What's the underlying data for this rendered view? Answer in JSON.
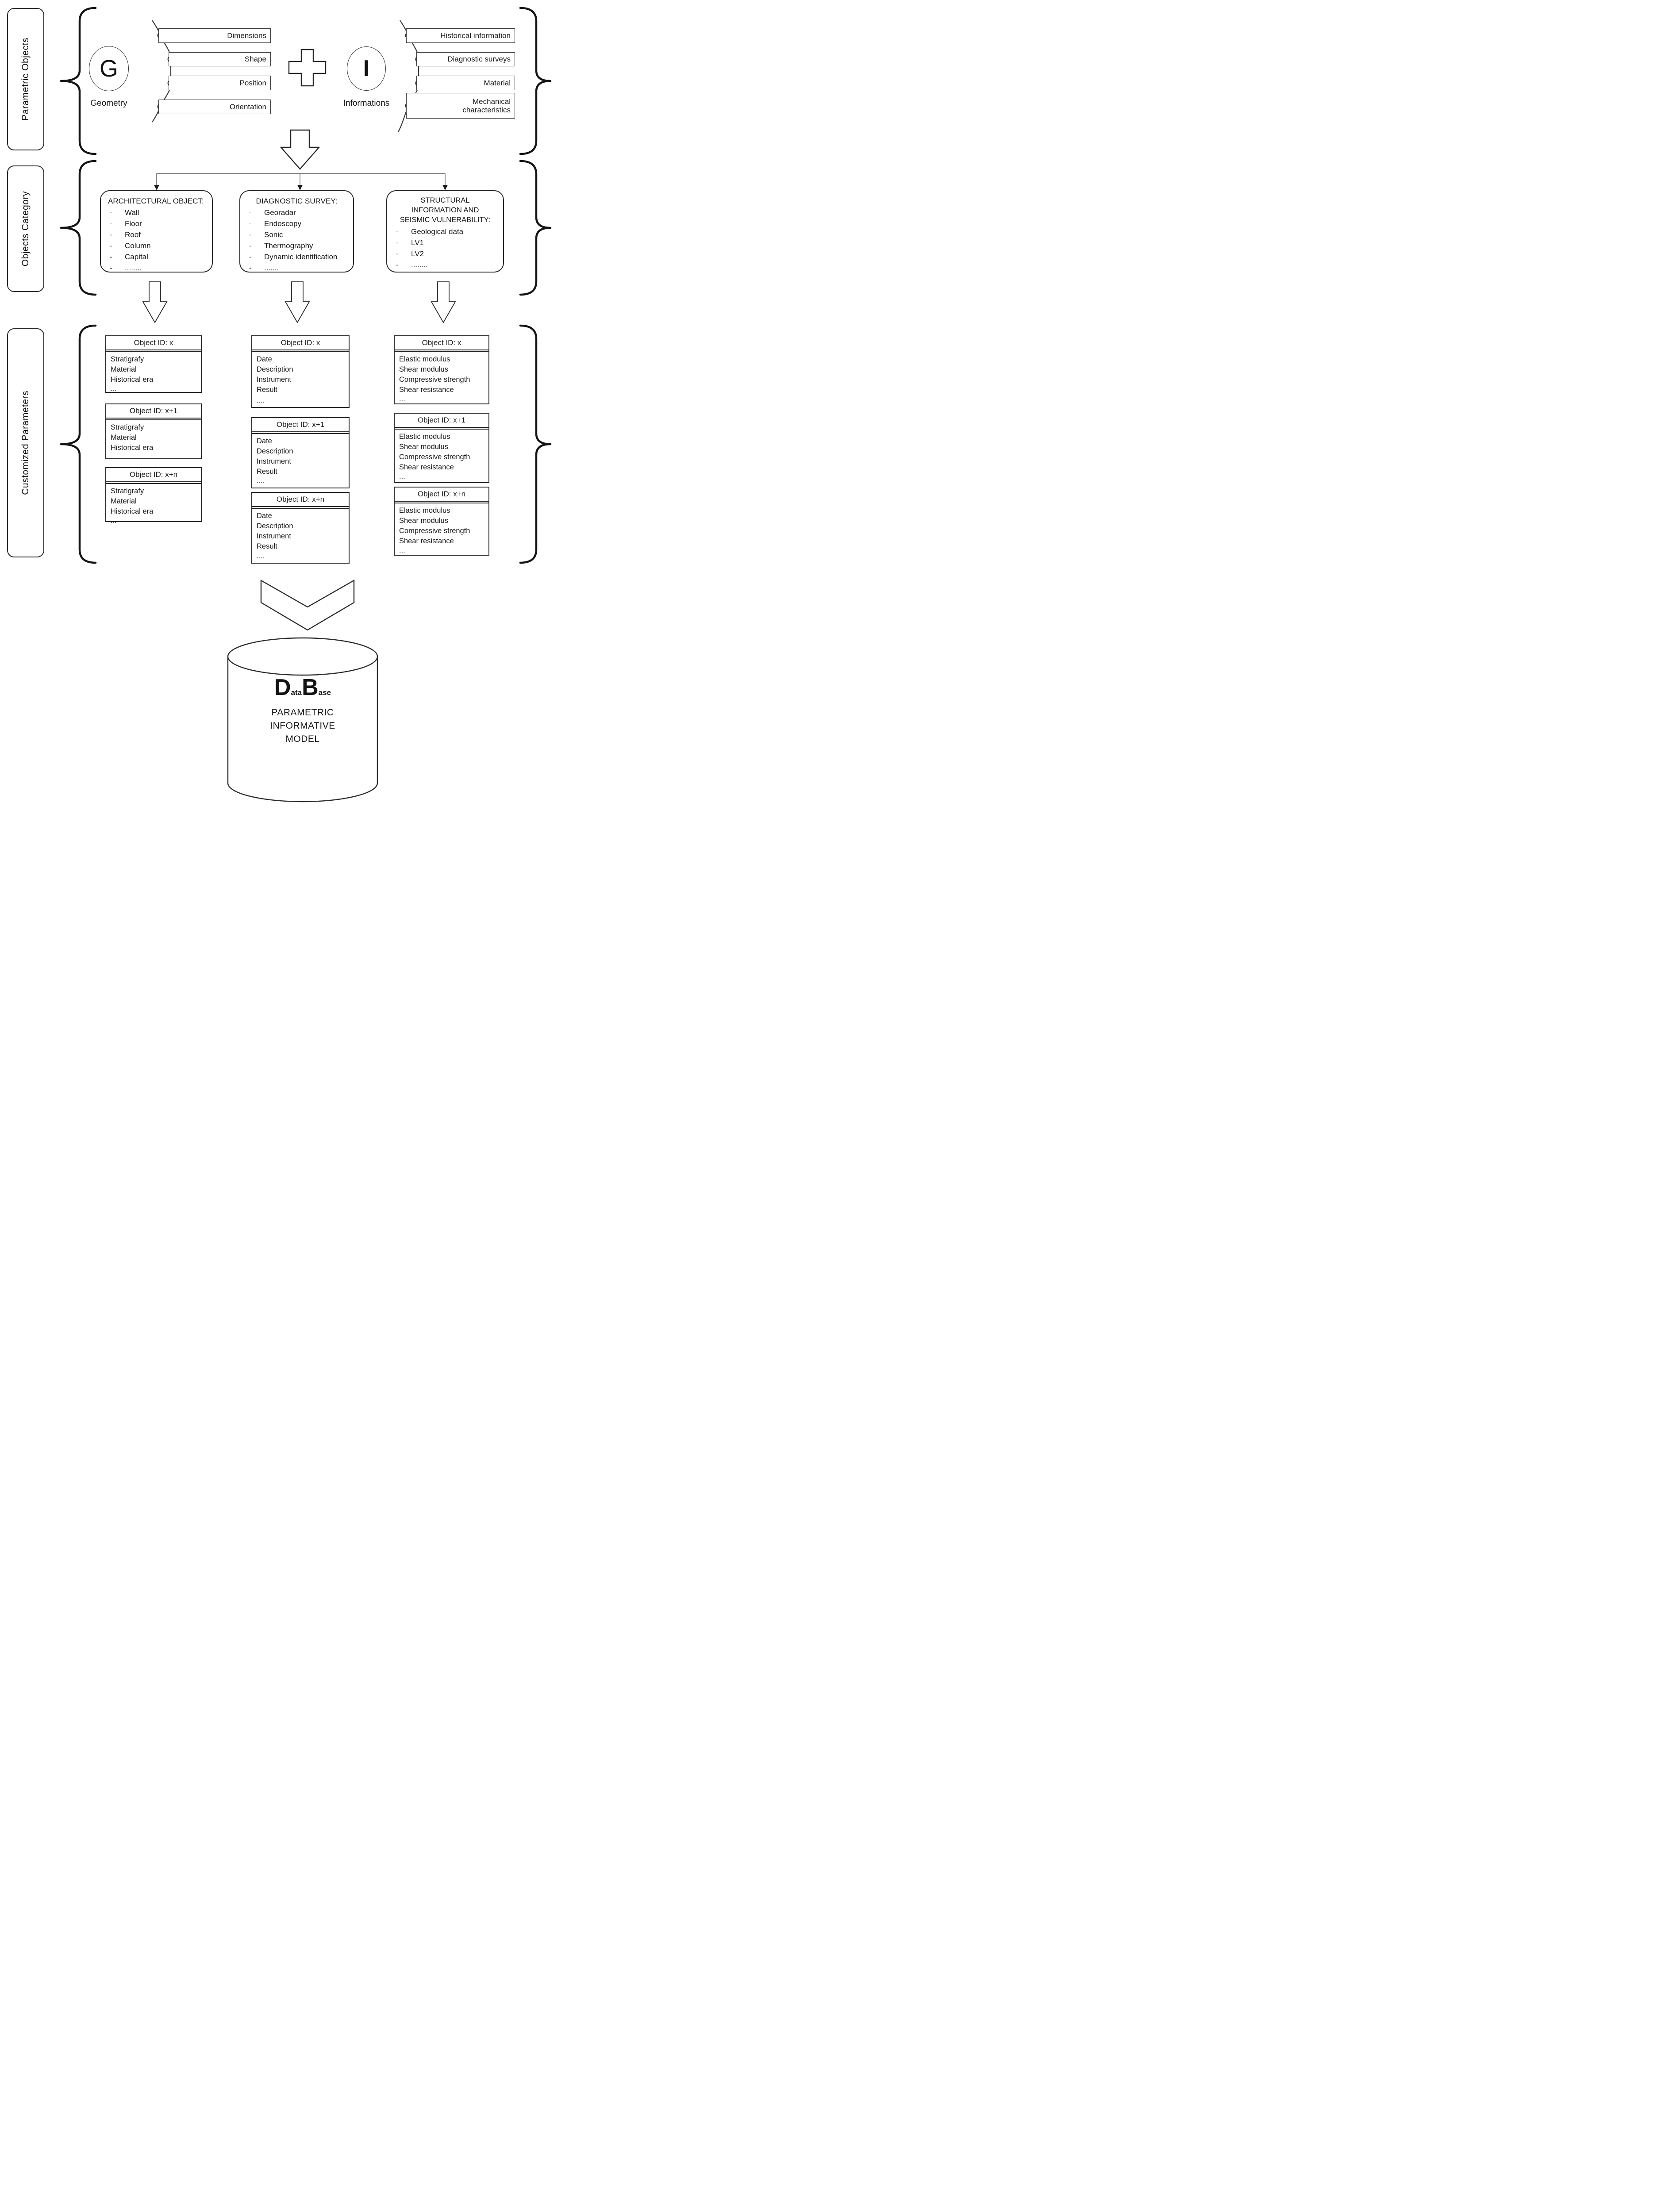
{
  "sections": {
    "parametric_objects": {
      "label": "Parametric Objects"
    },
    "objects_category": {
      "label": "Objects Category"
    },
    "customized_parameters": {
      "label": "Customized Parameters"
    }
  },
  "bullet": "-",
  "geometry": {
    "symbol": "G",
    "caption": "Geometry",
    "bars": [
      "Dimensions",
      "Shape",
      "Position",
      "Orientation"
    ]
  },
  "informations": {
    "symbol": "I",
    "caption": "Informations",
    "bars": [
      "Historical information",
      "Diagnostic surveys",
      "Material",
      "Mechanical characteristics"
    ]
  },
  "categories": [
    {
      "title": "ARCHITECTURAL OBJECT:",
      "items": [
        "Wall",
        "Floor",
        "Roof",
        "Column",
        "Capital",
        "........"
      ]
    },
    {
      "title": "DIAGNOSTIC SURVEY:",
      "items": [
        "Georadar",
        "Endoscopy",
        "Sonic",
        "Thermography",
        "Dynamic identification",
        "......."
      ]
    },
    {
      "title": "STRUCTURAL INFORMATION AND SEISMIC VULNERABILITY:",
      "items": [
        "Geological data",
        "LV1",
        "LV2",
        "........"
      ]
    }
  ],
  "tables": {
    "architectural": {
      "headers": [
        "Object ID: x",
        "Object ID: x+1",
        "Object ID: x+n"
      ],
      "fields": [
        "Stratigrafy",
        "Material",
        "Historical era"
      ],
      "more": "..."
    },
    "diagnostic": {
      "headers": [
        "Object ID: x",
        "Object ID: x+1",
        "Object ID: x+n"
      ],
      "fields": [
        "Date",
        "Description",
        "Instrument",
        "Result"
      ],
      "more": "...."
    },
    "structural": {
      "headers": [
        "Object ID: x",
        "Object ID: x+1",
        "Object ID: x+n"
      ],
      "fields": [
        "Elastic modulus",
        "Shear modulus",
        "Compressive strength",
        "Shear resistance"
      ],
      "more": "..."
    }
  },
  "database": {
    "d_big": "D",
    "d_small": "ata",
    "b_big": "B",
    "b_small": "ase",
    "lines": [
      "PARAMETRIC",
      "INFORMATIVE",
      "MODEL"
    ]
  }
}
